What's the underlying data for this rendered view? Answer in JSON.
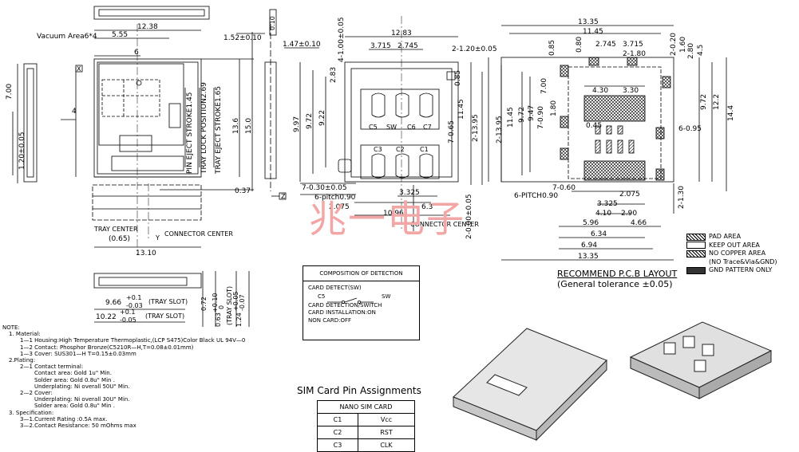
{
  "watermark": "兆一电子",
  "left_view": {
    "vacuum": "Vacuum Area6*4",
    "d_1238": "12.38",
    "d_555": "5.55",
    "d_6": "6",
    "d_4": "4",
    "d_700": "7.00",
    "d_120": "1.20±0.05",
    "d_pin": "PIN EJECT STROKE1.45",
    "d_lock": "TRAY LOCK POSITION2.69",
    "d_eject": "TRAY EJECT STROKE1.65",
    "d_136": "13.6",
    "d_150": "15.0",
    "d_037": "0.37",
    "tray_center": "TRAY CENTER",
    "connector_center": "CONNECTOR CENTER",
    "d_065": "(0.65)",
    "d_1310": "13.10",
    "d_152": "1.52±0.10",
    "d_147": "1.47±0.10",
    "d_010": "0.10",
    "x_tag": "X",
    "y_tag": "Y",
    "z_tag": "Z"
  },
  "bottom_view": {
    "d_966": "9.66",
    "d_966_tol": "+0.1",
    "d_966_tol2": "-0.03",
    "slot": "(TRAY SLOT)",
    "d_1022": "10.22",
    "d_1022_tol": "+0.1",
    "d_1022_tol2": "-0.05",
    "d_072": "0.72",
    "d_063": "0.63",
    "d_063_tol": "+0.10",
    "d_063_tol2": "0",
    "d_124": "1.24",
    "d_124_tol": "+0.05",
    "d_124_tol2": "-0.07",
    "slot_v": "(TRAY SLOT)"
  },
  "middle_view": {
    "d_1283": "12.83",
    "d_3715": "3.715",
    "d_2745": "2.745",
    "d_4100": "4-1.00±0.05",
    "d_2120": "2-1.20±0.05",
    "d_283": "2.83",
    "d_997": "9.97",
    "d_972": "9.72",
    "d_922": "9.22",
    "d_085": "0.85",
    "d_1145": "11.45",
    "d_765": "7-0.65",
    "d_21395": "2-13.95",
    "d_7030": "7-0.30±0.05",
    "d_6pitch": "6-pitch0.90",
    "d_2075": "2.075",
    "d_3325": "3.325",
    "d_63": "6.3",
    "d_1096": "10.96",
    "d_20005": "2-0.00±0.05",
    "connector_center": "CONNECTOR CENTER",
    "pins": [
      "C5",
      "SW",
      "C6",
      "C7",
      "C3",
      "C2",
      "C1"
    ]
  },
  "pcb": {
    "d_1335": "13.35",
    "d_1145": "11.45",
    "d_080": "0.80",
    "d_2745": "2.745",
    "d_3715": "3.715",
    "d_180": "2-1.80",
    "d_2020": "2-0.20",
    "d_160": "1.60",
    "d_280": "2.80",
    "d_45": "4.5",
    "d_085": "0.85",
    "d_430": "4.30",
    "d_330": "3.30",
    "d_21395": "2-13.95",
    "d_1145v": "11.45",
    "d_972": "9.72",
    "d_947": "9.47",
    "d_7090": "7-0.90",
    "d_700": "7.00",
    "d_180v": "1.80",
    "d_045": "0.45",
    "d_695": "6-0.95",
    "d_972r": "9.72",
    "d_122": "12.2",
    "d_144": "14.4",
    "d_7060": "7-0.60",
    "d_6pitch": "6-PITCH0.90",
    "d_2075": "2.075",
    "d_3325": "3.325",
    "d_410": "4.10",
    "d_290": "2.90",
    "d_2130": "2-1.30",
    "d_596": "5.96",
    "d_466": "4.66",
    "d_634": "6.34",
    "d_694": "6.94",
    "d_1335b": "13.35",
    "caption1": "RECOMMEND P.C.B LAYOUT",
    "caption2": "(General tolerance ±0.05)"
  },
  "legend": {
    "pad": "PAD AREA",
    "keep": "KEEP OUT AREA",
    "nocu": "NO COPPER AREA",
    "nocu2": "(NO Trace&Via&GND)",
    "gnd": "GND PATTERN ONLY"
  },
  "composition": {
    "title": "COMPOSITION OF DETECTION",
    "line1": "CARD DETECT(SW)",
    "c5": "C5",
    "sw": "SW",
    "line2": "CARD DETECTION/SWITCH",
    "line3": "CARD INSTALLATION:ON",
    "line4": "NON CARD:OFF"
  },
  "notes": {
    "title": "NOTE:",
    "l1": "1. Material:",
    "l2": "1—1 Housing:High Temperature Thermoplastic,(LCP S475)Color Black UL 94V—0",
    "l3": "1—2 Contact: Phosphor Bronze(C5210R—H,T=0.08±0.01mm)",
    "l4": "1—3 Cover: SUS301—H   T=0.15±0.03mm",
    "l5": "2.Plating:",
    "l6": "2—1 Contact terminal:",
    "l7": "Contact area: Gold 1u\" Min.",
    "l8": "Solder area: Gold 0.8u\" Min .",
    "l9": "Underplating: Ni overall 50U\" Min.",
    "l10": "2—2 Cover:",
    "l11": "Underplating: Ni overall 30U\" Min.",
    "l12": "Solder area: Gold 0.8u\" Min .",
    "l13": "3. Specification:",
    "l14": "3—1.Current Rating :0.5A max.",
    "l15": "3—2.Contact Resistance: 50 mOhms max"
  },
  "pin_table": {
    "title": "SIM Card Pin Assignments",
    "header": "NANO SIM CARD",
    "rows": [
      [
        "C1",
        "Vcc"
      ],
      [
        "C2",
        "RST"
      ],
      [
        "C3",
        "CLK"
      ]
    ]
  }
}
